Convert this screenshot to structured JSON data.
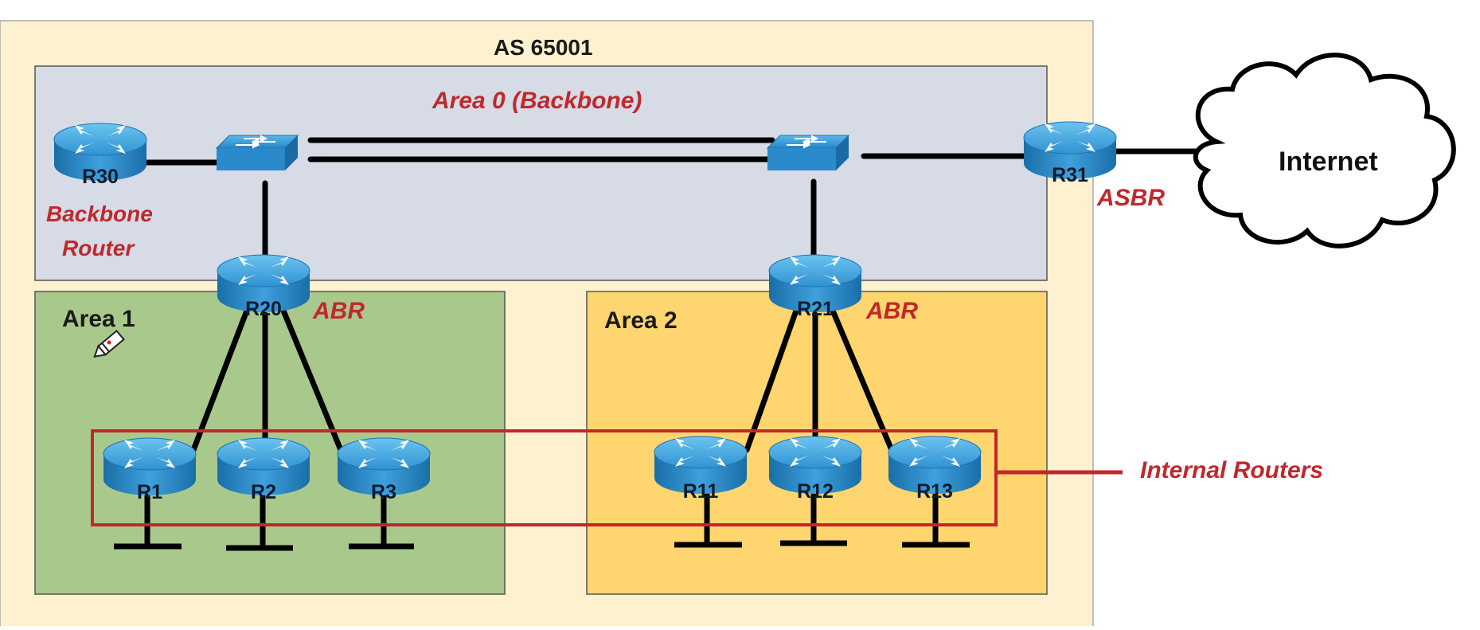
{
  "as_label": "AS 65001",
  "areas": {
    "area0": "Area 0 (Backbone)",
    "area1": "Area 1",
    "area2": "Area 2"
  },
  "routers": {
    "r30": "R30",
    "r31": "R31",
    "r20": "R20",
    "r21": "R21",
    "r1": "R1",
    "r2": "R2",
    "r3": "R3",
    "r11": "R11",
    "r12": "R12",
    "r13": "R13"
  },
  "roles": {
    "backbone_line1": "Backbone",
    "backbone_line2": "Router",
    "asbr": "ASBR",
    "abr_left": "ABR",
    "abr_right": "ABR",
    "internal": "Internal Routers"
  },
  "cloud_label": "Internet",
  "colors": {
    "as_fill": "#fdf1cf",
    "backbone_fill": "#d6dbe6",
    "area1_fill": "#a9c98c",
    "area2_fill": "#fed56e",
    "accent_red": "#c0282d",
    "router_blue": "#2a8ccc"
  }
}
